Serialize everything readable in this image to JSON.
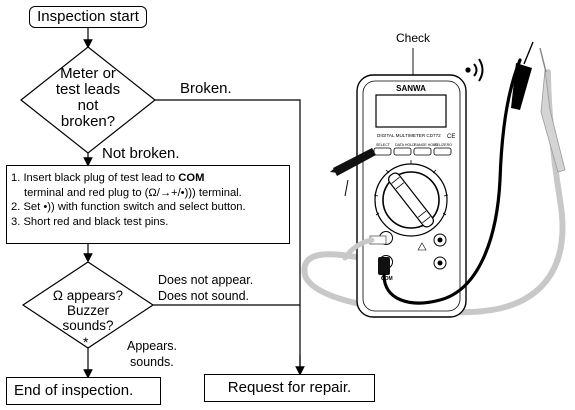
{
  "flowchart": {
    "start": "Inspection start",
    "decision1": [
      "Meter or",
      "test leads",
      "not",
      "broken?"
    ],
    "broken_label": "Broken.",
    "not_broken_label": "Not broken.",
    "steps": {
      "line1_pre": "1. Insert black plug of test lead to ",
      "line1_com": "COM",
      "line2": "terminal and red plug to (Ω/→+/•))) terminal.",
      "line3": "2. Set •)) with function switch and select button.",
      "line4": "3. Short red and black test pins."
    },
    "decision2": [
      "Ω appears?",
      "Buzzer",
      "sounds?"
    ],
    "asterisk": "*",
    "no_label": [
      "Does not appear.",
      "Does not sound."
    ],
    "yes_label": [
      "Appears.",
      "sounds."
    ],
    "end": "End of inspection.",
    "repair": "Request for repair."
  },
  "illustration": {
    "check_label": "Check",
    "brand": "SANWA",
    "model": "DIGITAL MULTIMETER CD772",
    "buttons": [
      "SELECT",
      "DATA HOLD",
      "RANGE HOLD",
      "REL/ZERO"
    ],
    "com_label": "COM"
  }
}
